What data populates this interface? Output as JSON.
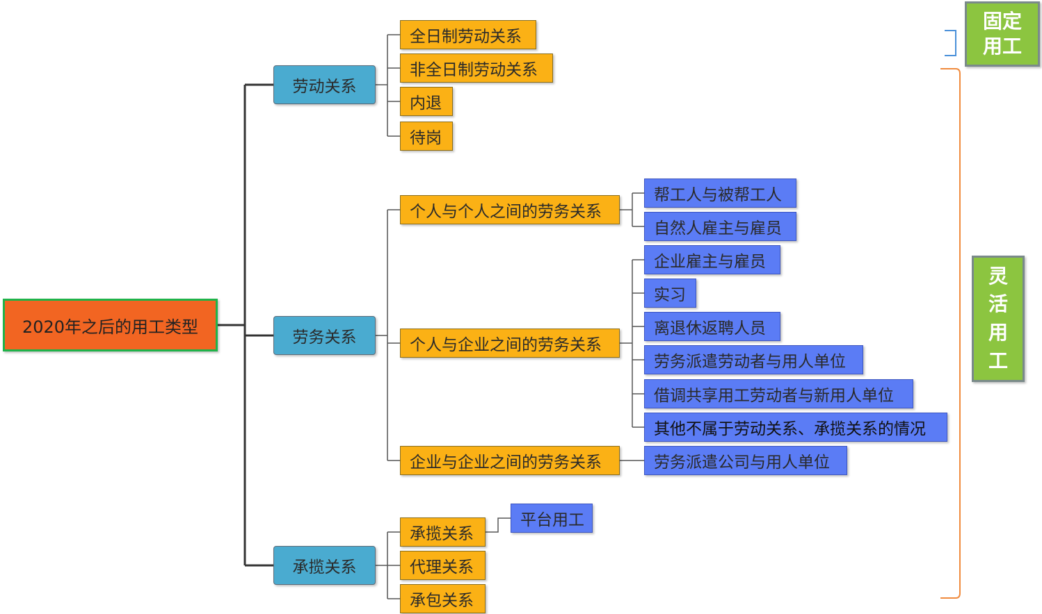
{
  "root": {
    "label": "2020年之后的用工类型"
  },
  "branches": [
    {
      "label": "劳动关系",
      "children": [
        {
          "label": "全日制劳动关系",
          "children": []
        },
        {
          "label": "非全日制劳动关系",
          "children": []
        },
        {
          "label": "内退",
          "children": []
        },
        {
          "label": "待岗",
          "children": []
        }
      ]
    },
    {
      "label": "劳务关系",
      "children": [
        {
          "label": "个人与个人之间的劳务关系",
          "children": [
            {
              "label": "帮工人与被帮工人"
            },
            {
              "label": "自然人雇主与雇员"
            }
          ]
        },
        {
          "label": "个人与企业之间的劳务关系",
          "children": [
            {
              "label": "企业雇主与雇员"
            },
            {
              "label": "实习"
            },
            {
              "label": "离退休返聘人员"
            },
            {
              "label": "劳务派遣劳动者与用人单位"
            },
            {
              "label": "借调共享用工劳动者与新用人单位"
            },
            {
              "label": "其他不属于劳动关系、承揽关系的情况"
            }
          ]
        },
        {
          "label": "企业与企业之间的劳务关系",
          "children": [
            {
              "label": "劳务派遣公司与用人单位"
            }
          ]
        }
      ]
    },
    {
      "label": "承揽关系",
      "children": [
        {
          "label": "承揽关系",
          "children": [
            {
              "label": "平台用工"
            }
          ]
        },
        {
          "label": "代理关系",
          "children": []
        },
        {
          "label": "承包关系",
          "children": []
        }
      ]
    }
  ],
  "tags": {
    "fixed": [
      "固定",
      "用工"
    ],
    "flexible": [
      "灵",
      "活",
      "用",
      "工"
    ]
  },
  "colors": {
    "root_fill": "#f26522",
    "root_border": "#1fb34a",
    "level1_fill": "#4aabd0",
    "level2_fill": "#fbb115",
    "level3_fill": "#5b7cf5",
    "tag_fill": "#8cc540",
    "fixed_bracket": "#4a90d9",
    "flexible_bracket": "#f08a3c"
  }
}
